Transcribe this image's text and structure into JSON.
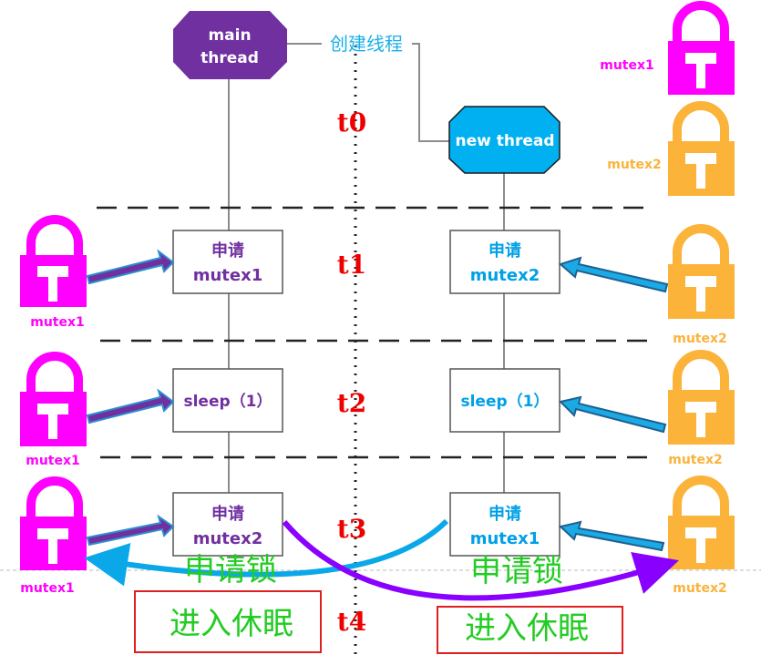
{
  "colors": {
    "main_thread": "#7030a0",
    "new_thread": "#00b0f0",
    "mutex1": "#ff00ff",
    "mutex2": "#fbb33a",
    "time_label": "#ee0000",
    "green_text": "#22cc22",
    "arrow_purple": "#8a00ff",
    "arrow_blue": "#0aa8e8"
  },
  "main_thread": {
    "line1": "main",
    "line2": "thread"
  },
  "new_thread": {
    "label": "new thread"
  },
  "create_thread_label": "创建线程",
  "times": {
    "t0": "t0",
    "t1": "t1",
    "t2": "t2",
    "t3": "t3",
    "t4": "t4"
  },
  "main_steps": {
    "s1": {
      "line1": "申请",
      "line2": "mutex1"
    },
    "s2": {
      "line1": "sleep（1）"
    },
    "s3": {
      "line1": "申请",
      "line2": "mutex2"
    }
  },
  "new_steps": {
    "s1": {
      "line1": "申请",
      "line2": "mutex2"
    },
    "s2": {
      "line1": "sleep（1）"
    },
    "s3": {
      "line1": "申请",
      "line2": "mutex1"
    }
  },
  "locks": {
    "top_mutex1": "mutex1",
    "top_mutex2": "mutex2",
    "left_1": "mutex1",
    "left_2": "mutex1",
    "left_3": "mutex1",
    "right_1": "mutex2",
    "right_2": "mutex2",
    "right_3": "mutex2"
  },
  "request_lock_left": "申请锁",
  "request_lock_right": "申请锁",
  "sleep_box_left": "进入休眠",
  "sleep_box_right": "进入休眠"
}
